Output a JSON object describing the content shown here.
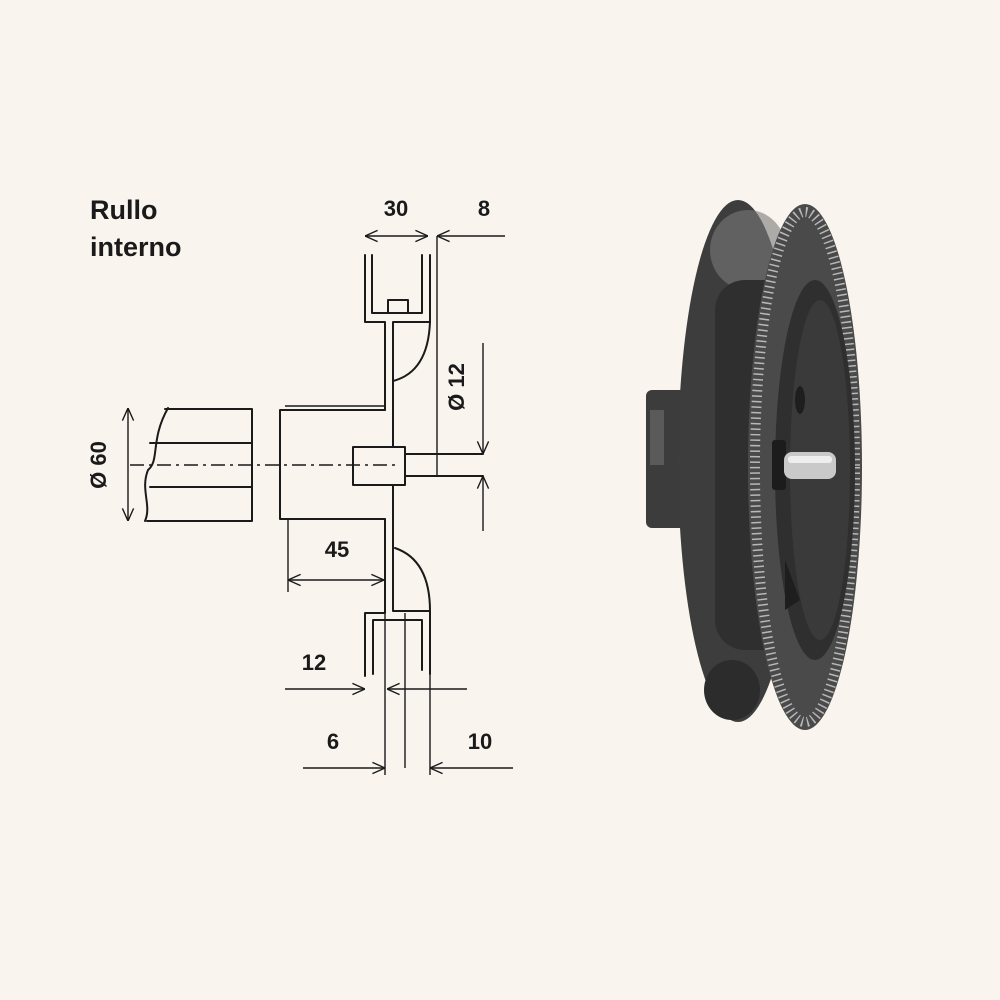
{
  "title": {
    "line1": "Rullo",
    "line2": "interno"
  },
  "dimensions": {
    "width_30": "30",
    "offset_8": "8",
    "shaft_diameter": "Ø 12",
    "tube_diameter": "Ø 60",
    "hub_45": "45",
    "dim_12": "12",
    "dim_6": "6",
    "dim_10": "10"
  },
  "colors": {
    "background": "#faf4ee",
    "ink": "#1a1a1a",
    "pulley": "#3a3a3a"
  }
}
